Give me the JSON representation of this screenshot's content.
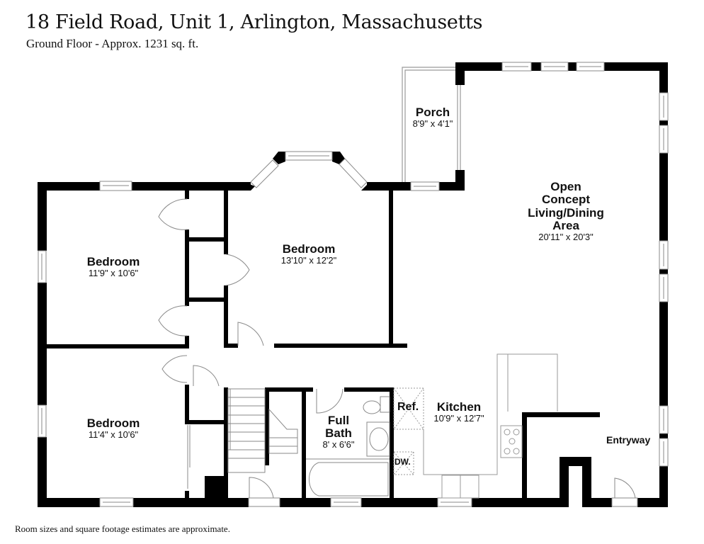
{
  "header": {
    "title": "18 Field Road, Unit 1, Arlington, Massachusetts",
    "subtitle": "Ground Floor - Approx. 1231 sq. ft."
  },
  "rooms": {
    "bedroom_left_top": {
      "name": "Bedroom",
      "dimensions": "11'9\" x 10'6\""
    },
    "bedroom_center": {
      "name": "Bedroom",
      "dimensions": "13'10\" x 12'2\""
    },
    "bedroom_left_bottom": {
      "name": "Bedroom",
      "dimensions": "11'4\" x 10'6\""
    },
    "porch": {
      "name": "Porch",
      "dimensions": "8'9\" x 4'1\""
    },
    "living": {
      "name_lines": [
        "Open",
        "Concept",
        "Living/Dining",
        "Area"
      ],
      "dimensions": "20'11\" x 20'3\""
    },
    "full_bath": {
      "name_lines": [
        "Full",
        "Bath"
      ],
      "dimensions": "8' x 6'6\""
    },
    "kitchen": {
      "name": "Kitchen",
      "dimensions": "10'9\" x 12'7\""
    },
    "entryway": {
      "name": "Entryway"
    }
  },
  "fixtures": {
    "refrigerator": "Ref.",
    "dishwasher": "DW."
  },
  "colors": {
    "wall": "#000000",
    "fixture_line": "#9a9a9a",
    "background": "#ffffff"
  },
  "footer": {
    "disclaimer": "Room sizes and square footage estimates are approximate."
  }
}
